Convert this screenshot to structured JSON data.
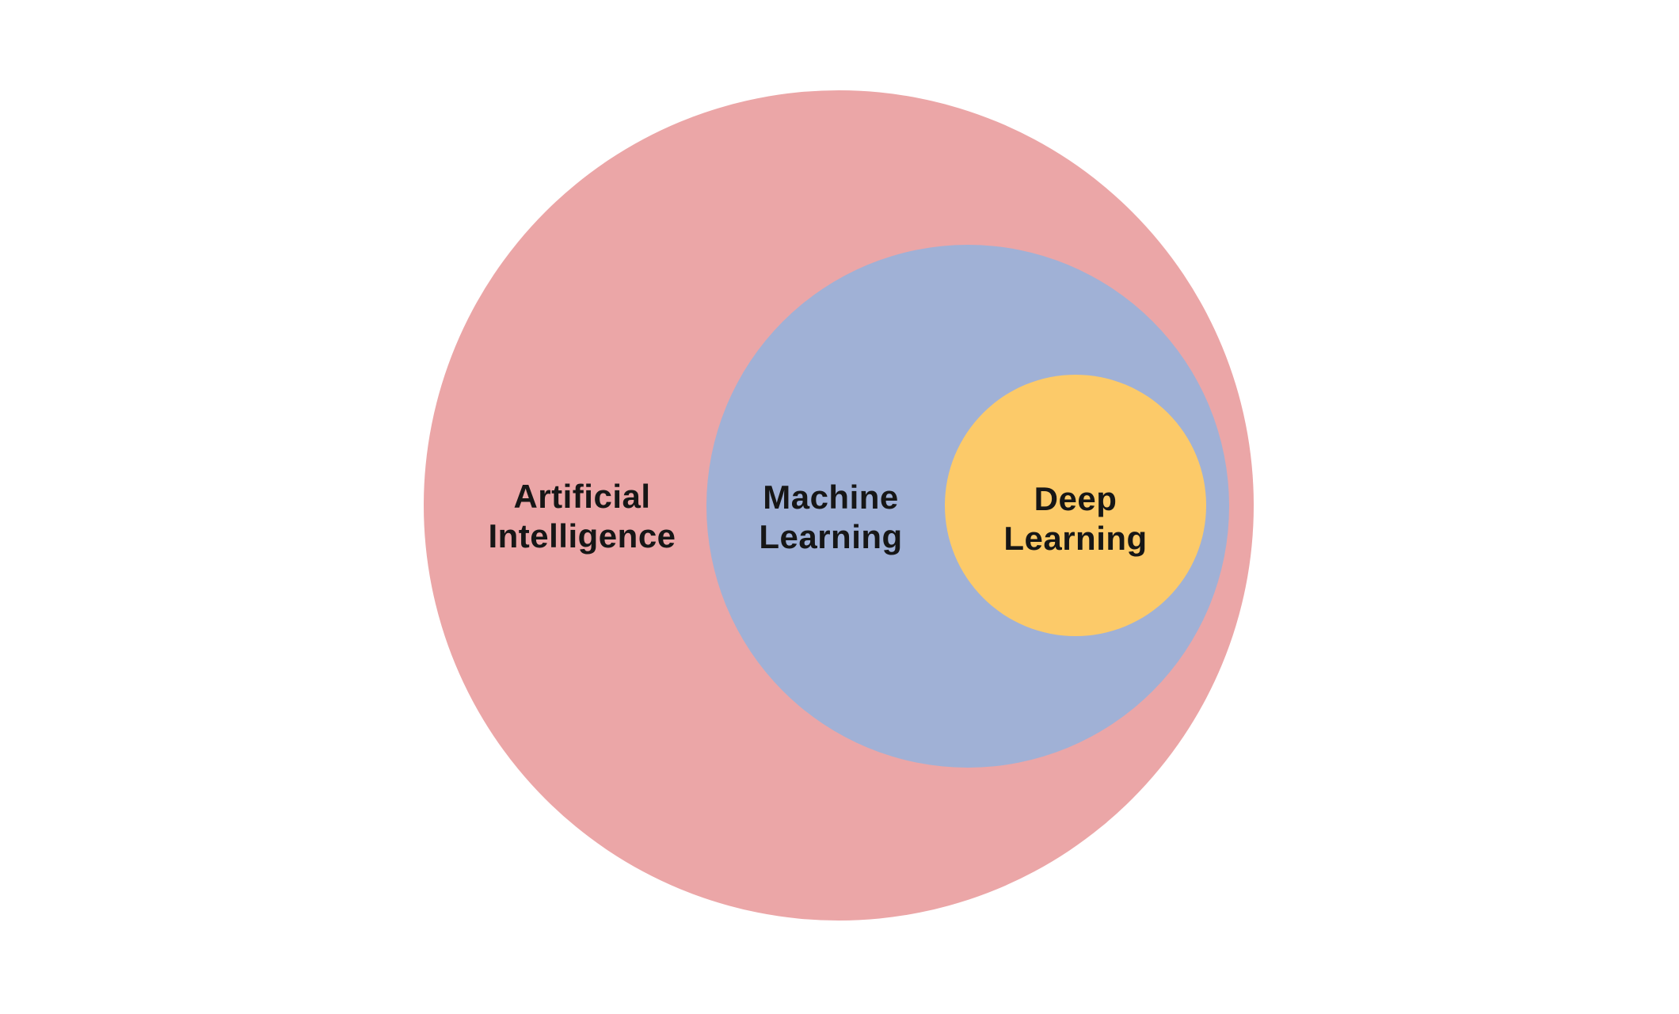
{
  "diagram": {
    "type": "nested-euler-venn",
    "background_color": "#ffffff",
    "text_color": "#161616",
    "circles": [
      {
        "id": "artificial-intelligence",
        "label": "Artificial Intelligence",
        "lines": [
          "Artificial",
          "Intelligence"
        ],
        "color": "#EBA6A7",
        "level": 1
      },
      {
        "id": "machine-learning",
        "label": "Machine Learning",
        "lines": [
          "Machine",
          "Learning"
        ],
        "color": "#A0B1D6",
        "level": 2
      },
      {
        "id": "deep-learning",
        "label": "Deep Learning",
        "lines": [
          "Deep",
          "Learning"
        ],
        "color": "#FCCA69",
        "level": 3
      }
    ]
  }
}
